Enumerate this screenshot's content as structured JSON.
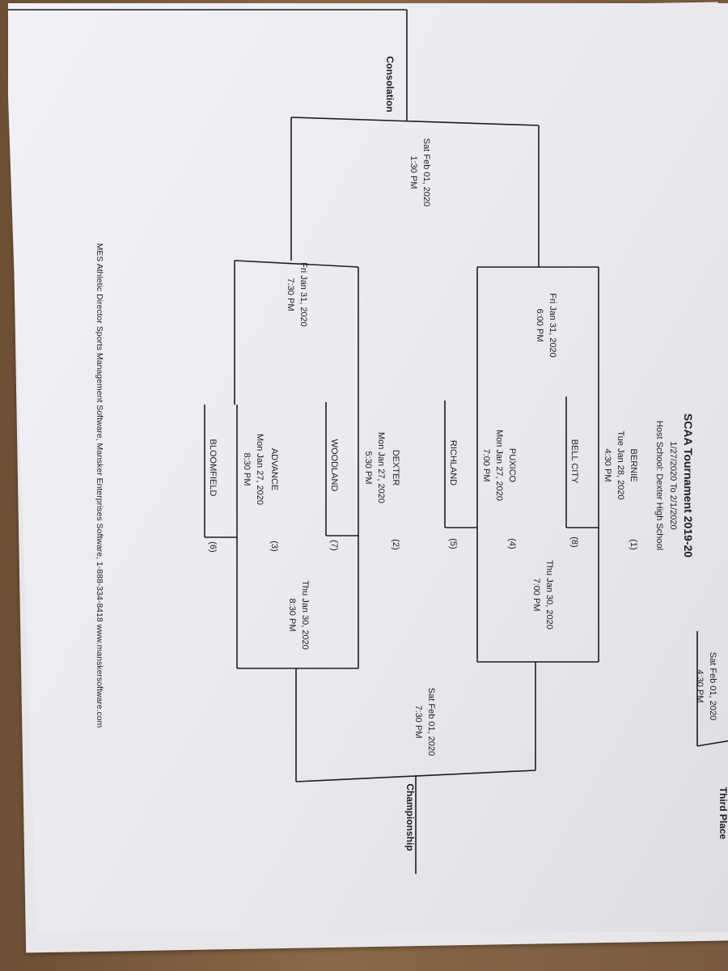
{
  "header": {
    "title": "SCAA Tournament 2019-20",
    "dates": "1/27/2020 To 2/1/2020",
    "host": "Host School:  Dexter High School"
  },
  "teams": [
    {
      "name": "BERNIE",
      "seed": "(1)"
    },
    {
      "name": "BELL CITY",
      "seed": "(8)"
    },
    {
      "name": "PUXICO",
      "seed": "(4)"
    },
    {
      "name": "RICHLAND",
      "seed": "(5)"
    },
    {
      "name": "DEXTER",
      "seed": "(2)"
    },
    {
      "name": "WOODLAND",
      "seed": "(7)"
    },
    {
      "name": "ADVANCE",
      "seed": "(3)"
    },
    {
      "name": "BLOOMFIELD",
      "seed": "(6)"
    }
  ],
  "games": {
    "g1": {
      "date": "Tue Jan 28, 2020",
      "time": "4:30 PM"
    },
    "g2": {
      "date": "Mon Jan 27, 2020",
      "time": "7:00 PM"
    },
    "g3": {
      "date": "Mon Jan 27, 2020",
      "time": "5:30 PM"
    },
    "g4": {
      "date": "Mon Jan 27, 2020",
      "time": "8:30 PM"
    },
    "semi_top": {
      "date": "Thu Jan 30, 2020",
      "time": "7:00 PM"
    },
    "semi_bottom": {
      "date": "Thu Jan 30, 2020",
      "time": "8:30 PM"
    },
    "cons_top": {
      "date": "Fri Jan 31, 2020",
      "time": "6:00 PM"
    },
    "cons_bottom": {
      "date": "Fri Jan 31, 2020",
      "time": "7:30 PM"
    },
    "championship": {
      "date": "Sat Feb 01, 2020",
      "time": "7:30 PM"
    },
    "consolation_final": {
      "date": "Sat Feb 01, 2020",
      "time": "1:30 PM"
    },
    "third_place": {
      "date": "Sat Feb 01, 2020",
      "time": "4:30 PM"
    }
  },
  "labels": {
    "championship": "Championship",
    "consolation": "Consolation",
    "third_place": "Third Place"
  },
  "footer": "MES Athletic Director Sports Management Software, Mansker Enterprises Software, 1-888-334-8418  www.manskersoftware.com"
}
